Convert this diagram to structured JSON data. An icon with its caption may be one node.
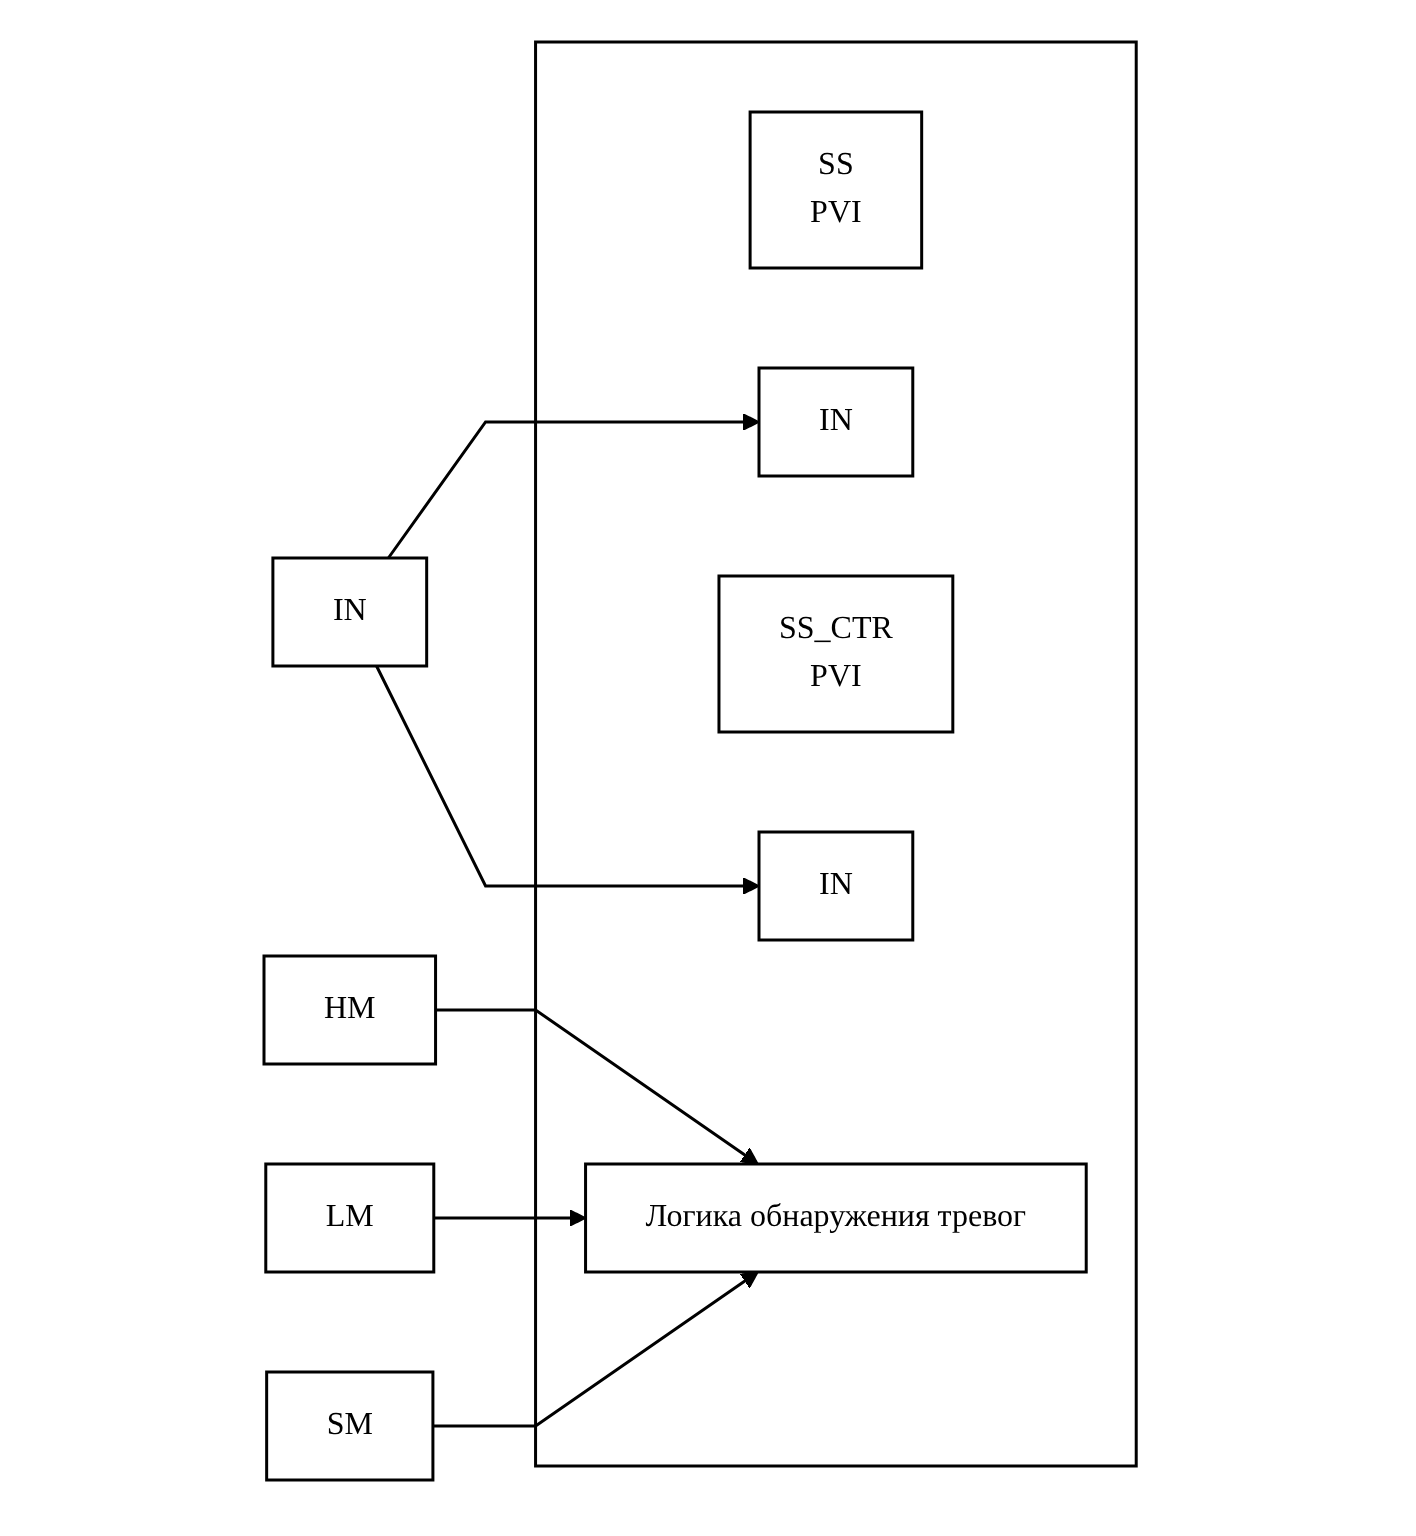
{
  "diagram": {
    "nodes": [
      {
        "text": [],
        "shape": "box"
      },
      {
        "text": [
          "IN"
        ]
      },
      {
        "text": [
          "SS",
          "PVI"
        ],
        "in": 0
      },
      {
        "text": [
          "IN"
        ],
        "in": 0
      },
      {
        "text": [
          "SS_CTR",
          "PVI"
        ],
        "in": 0
      },
      {
        "text": [
          "IN"
        ],
        "in": 0
      },
      {
        "text": [
          "HM"
        ]
      },
      {
        "text": [
          "LM"
        ]
      },
      {
        "text": [
          "SM"
        ]
      },
      {
        "text": [
          "Логика обнаружения тревог"
        ],
        "in": 0
      }
    ],
    "edges": [
      {
        "from": 1,
        "to": 3,
        "arrow": "to"
      },
      {
        "from": 1,
        "to": 5,
        "arrow": "to"
      },
      {
        "from": 6,
        "to": 9,
        "arrow": "to"
      },
      {
        "from": 7,
        "to": 9,
        "arrow": "to"
      },
      {
        "from": 8,
        "to": 9,
        "arrow": "to"
      }
    ]
  }
}
